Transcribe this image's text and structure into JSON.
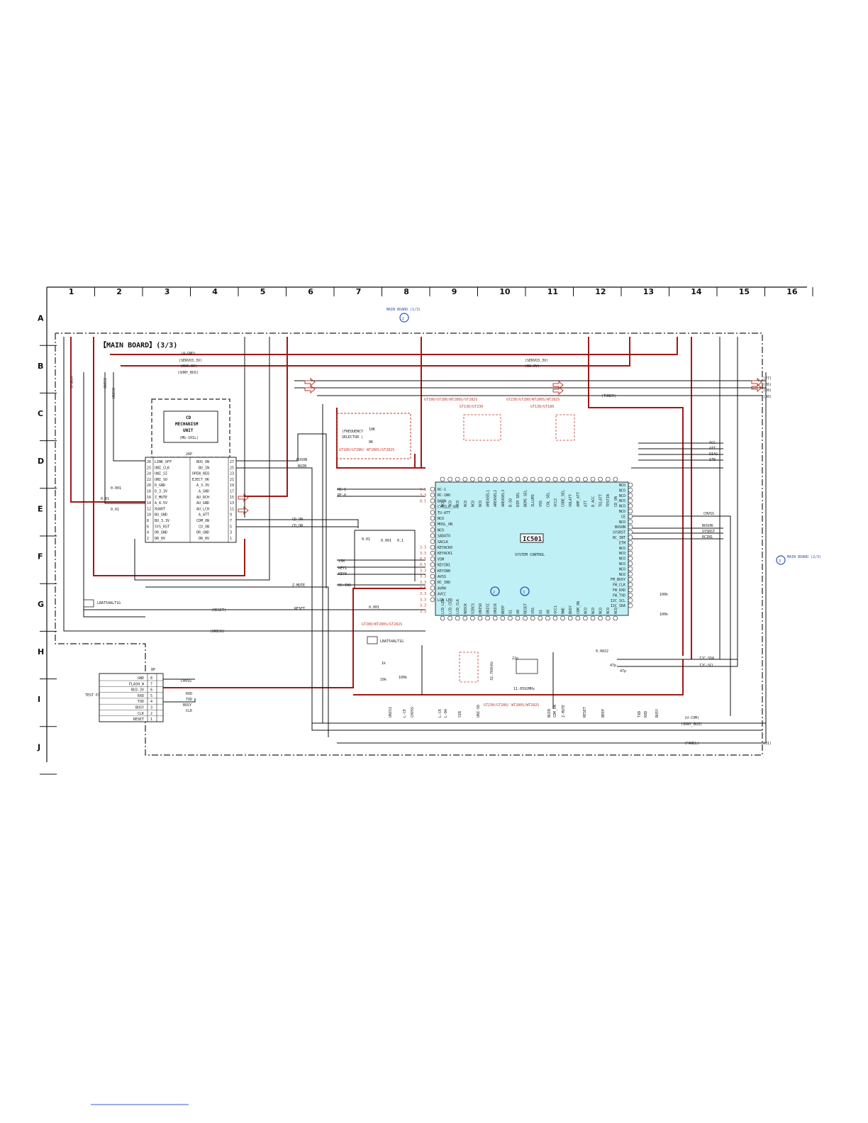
{
  "grid": {
    "columns": [
      "1",
      "2",
      "3",
      "4",
      "5",
      "6",
      "7",
      "8",
      "9",
      "10",
      "11",
      "12",
      "13",
      "14",
      "15",
      "16"
    ],
    "rows": [
      "A",
      "B",
      "C",
      "D",
      "E",
      "F",
      "G",
      "H",
      "I",
      "J"
    ]
  },
  "board": {
    "title": "【MAIN BOARD】(3/3)",
    "ref_top": "MAIN BOARD (1/3)",
    "ref_top_num": "2",
    "ref_right": "MAIN BOARD (2/3)",
    "ref_right_num": "3"
  },
  "cd_unit": {
    "title_1": "CD",
    "title_2": "MECHANISM",
    "title_3": "UNIT",
    "model": "(MG-101L)",
    "connector": "26P",
    "left_pins": [
      {
        "n": "26",
        "label": "LINK_OFF"
      },
      {
        "n": "25",
        "label": "UNI_CLK"
      },
      {
        "n": "24",
        "label": "UNI_SI"
      },
      {
        "n": "22",
        "label": "UNI_SO"
      },
      {
        "n": "20",
        "label": "D_GND"
      },
      {
        "n": "18",
        "label": "D_3.3V"
      },
      {
        "n": "16",
        "label": "Z_MUTE"
      },
      {
        "n": "14",
        "label": "A_8.5V"
      },
      {
        "n": "12",
        "label": "XUART"
      },
      {
        "n": "10",
        "label": "BU_GND"
      },
      {
        "n": "8",
        "label": "BU_3.3V"
      },
      {
        "n": "6",
        "label": "SYS_RST"
      },
      {
        "n": "4",
        "label": "DR_GND"
      },
      {
        "n": "2",
        "label": "DR_8V"
      }
    ],
    "right_pins": [
      {
        "n": "27",
        "label": "BUS_ON"
      },
      {
        "n": "25",
        "label": "BU_IN"
      },
      {
        "n": "23",
        "label": "OPEN_REQ"
      },
      {
        "n": "21",
        "label": "EJECT_OK"
      },
      {
        "n": "19",
        "label": "A_3.3V"
      },
      {
        "n": "17",
        "label": "A_GND"
      },
      {
        "n": "15",
        "label": "AU_RCH"
      },
      {
        "n": "13",
        "label": "AU_GND"
      },
      {
        "n": "11",
        "label": "AU_LCH"
      },
      {
        "n": "9",
        "label": "A_ATT"
      },
      {
        "n": "7",
        "label": "CDM_ON"
      },
      {
        "n": "5",
        "label": "CD_ON"
      },
      {
        "n": "3",
        "label": "DR_GND"
      },
      {
        "n": "1",
        "label": "DR_8V"
      }
    ]
  },
  "ic": {
    "name": "IC501",
    "function": "SYSTEM CONTROL",
    "marker_2": "2",
    "marker_3": "3",
    "left_pins": [
      "RC-1",
      "RC-1NO",
      "BAIN",
      "CYRILL_SEL",
      "TU-ATT",
      "NCO",
      "MOSL_ON",
      "NCO",
      "SADATO",
      "SACLK",
      "KEYACK0",
      "KEYACK1",
      "VSM",
      "KEYIN1",
      "KEYIN0",
      "AVSS",
      "RC_INO",
      "AVRH",
      "AVCC",
      "LCD_LED"
    ],
    "right_pins": [
      "NCO",
      "NCO",
      "NCO",
      "NCO",
      "NCO",
      "NCO",
      "CE",
      "NCO",
      "BUSON",
      "SYSRST",
      "RC_INT",
      "ETM",
      "NCO",
      "NCO",
      "NCO",
      "NCO",
      "NCO",
      "NCO",
      "FM_BUSY",
      "FW_CLK",
      "FW_RXD",
      "FW_TXD",
      "I2C_SCL",
      "I2C_SDA"
    ],
    "top_pins": [
      "NCO",
      "NCO",
      "NCO",
      "NCO",
      "NCO",
      "NCO",
      "AREASEL1",
      "AREASEL2",
      "AREASEL3",
      "B-SO",
      "DIM SEL",
      "BEMS SEL",
      "ILLUMI",
      "VSS",
      "COL SEL",
      "VCC2",
      "CODE_SEL",
      "VOLATT",
      "AMP_ATT",
      "ATT",
      "D_ACC",
      "TELATT",
      "TESTIN",
      "CD_ON"
    ],
    "bottom_pins": [
      "LCD_LED",
      "LCD_CE",
      "LCD_CLK",
      "NOSCK",
      "SIRCS",
      "UNISO",
      "UNISI",
      "UNICK",
      "BEEP",
      "X1",
      "X0",
      "RESET",
      "VSS",
      "X1",
      "X0",
      "VCC1",
      "NWE",
      "BUSY",
      "CDM_ON",
      "NCO",
      "NCO",
      "NCO",
      "NCO",
      "NCO"
    ]
  },
  "nets": {
    "left_labels": [
      "SYSRST",
      "UNISI",
      "UNISO"
    ],
    "top_labels": [
      "(A-GND)",
      "(SERVO3.3V)",
      "(BU3.3V)",
      "(SONY_BUS)",
      "(SERVO3.3V)",
      "(BU.3V)",
      "(TUNER)"
    ],
    "mid_labels": [
      "BUSON",
      "BUIN",
      "RE-1",
      "RE-0",
      "CD_ON",
      "CD_ON",
      "VSM",
      "KEY1",
      "KEY0",
      "RC-INO",
      "Z-MUTE",
      "(RESET)",
      "RESET",
      "(UNISO)"
    ],
    "right_labels": [
      "ACC",
      "ATT",
      "DIAG",
      "STB",
      "CHVSS",
      "BUSON",
      "SYSRST",
      "RCIN1",
      "I2C-SDA",
      "I2C-SCL",
      "(U-COM)",
      "(SONY_BUS)",
      "(PANEL)"
    ],
    "bottom_labels": [
      "UNISI",
      "L-CE",
      "CHVSS",
      "L-CK",
      "L-DA",
      "SIR",
      "UNI-SO",
      "BUIN",
      "CDM_ON",
      "Z-MUTE",
      "RESET",
      "BEEP",
      "TXD",
      "RXD",
      "BUSY"
    ],
    "connector_refs": [
      "(27)",
      "(26)",
      "(28)",
      "(30)",
      "(31)"
    ]
  },
  "selector": {
    "label_1": "(FREQUENCY",
    "label_2": "SELECTOR )",
    "variants": "GT180/GT280/ WT280S/GT282S",
    "r1": "10K",
    "r2": "8K"
  },
  "variant_notes": [
    "GT180/GT280/WT280S/GT282S",
    "GT130/GT230",
    "GT230/GT280/WT280S/WT282S",
    "GT130/GT180",
    "GT280/WT280S/GT282S",
    "GT230/GT280/ WT280S/WT282S"
  ],
  "voltages": [
    "0.1",
    "3.3",
    "0.1",
    "3.3",
    "3.3",
    "0.5",
    "0.5",
    "3.3",
    "3.3",
    "3.3",
    "0.5",
    "3.3",
    "3.3",
    "3.3",
    "3.3"
  ],
  "components": {
    "transistor_1": "LBAT54ALT1G",
    "transistor_2": "LBAT54ALT1G",
    "crystal": "11.0592MHz",
    "x_sub": "32.768kHz",
    "cap_labels": [
      "0.01",
      "0.01",
      "0.001",
      "0.01",
      "0.001",
      "0.1",
      "0.001",
      "22p",
      "47p",
      "0.0022",
      "47p",
      "100k",
      "100k",
      "1k",
      "10k",
      "100k"
    ]
  },
  "test_pin": {
    "label": "TEST PIN",
    "connector": "8P",
    "pins": [
      {
        "n": "8",
        "label": "GND"
      },
      {
        "n": "7",
        "label": "FLASH_W"
      },
      {
        "n": "6",
        "label": "BU3.3V"
      },
      {
        "n": "5",
        "label": "RXD"
      },
      {
        "n": "4",
        "label": "TXD"
      },
      {
        "n": "3",
        "label": "BUSY"
      },
      {
        "n": "2",
        "label": "CLK"
      },
      {
        "n": "1",
        "label": "RESET"
      }
    ],
    "nets": [
      "CHVSS",
      "RXD",
      "TXD",
      "BUSY",
      "CLK"
    ]
  }
}
